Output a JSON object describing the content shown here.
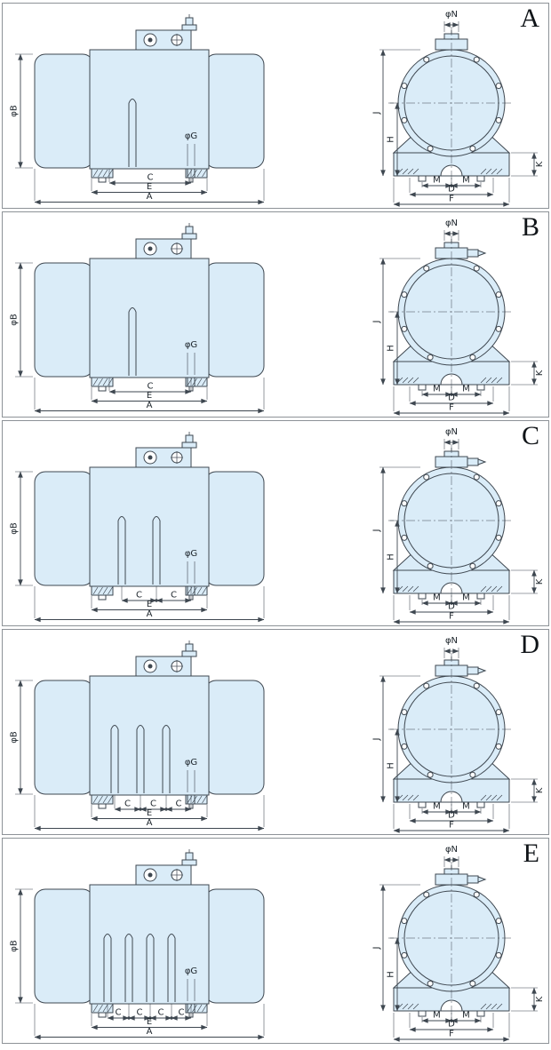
{
  "colors": {
    "body": "#daecf8",
    "line": "#3e4750",
    "border": "#8d9297",
    "background": "#ffffff"
  },
  "labels": {
    "side": {
      "b": "φB",
      "c": "C",
      "e": "E",
      "a": "A",
      "g": "φG"
    },
    "front": {
      "n": "φN",
      "j": "J",
      "h": "H",
      "k": "K",
      "m": "M",
      "d": "D",
      "f": "F"
    }
  },
  "panels": [
    {
      "letter": "A",
      "slots": 1,
      "c_labels": [
        "C"
      ],
      "gland": false
    },
    {
      "letter": "B",
      "slots": 1,
      "c_labels": [
        "C"
      ],
      "gland": true
    },
    {
      "letter": "C",
      "slots": 2,
      "c_labels": [
        "C",
        "C"
      ],
      "gland": true
    },
    {
      "letter": "D",
      "slots": 3,
      "c_labels": [
        "C",
        "C",
        "C"
      ],
      "gland": true
    },
    {
      "letter": "E",
      "slots": 4,
      "c_labels": [
        "C",
        "C",
        "C",
        "C"
      ],
      "gland": true
    }
  ]
}
